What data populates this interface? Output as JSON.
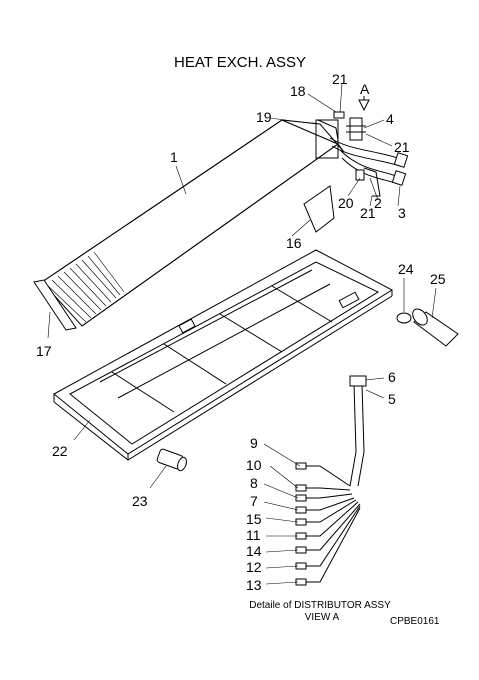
{
  "title": "HEAT EXCH. ASSY",
  "callouts": {
    "p1": "1",
    "p2": "2",
    "p3": "3",
    "p4": "4",
    "p5": "5",
    "p6": "6",
    "p8": "8",
    "p9": "9",
    "p10": "10",
    "p11": "11",
    "p12": "12",
    "p13": "13",
    "p14": "14",
    "p15": "15",
    "p16": "16",
    "p17": "17",
    "p18": "18",
    "p19": "19",
    "p20": "20",
    "p21a": "21",
    "p21b": "21",
    "p21c": "21",
    "p22": "22",
    "p23": "23",
    "p24": "24",
    "p25": "25",
    "p7": "7"
  },
  "view_marker": "A",
  "caption_line1": "Detaile of DISTRIBUTOR ASSY",
  "caption_line2": "VIEW A",
  "drawing_code": "CPBE0161"
}
